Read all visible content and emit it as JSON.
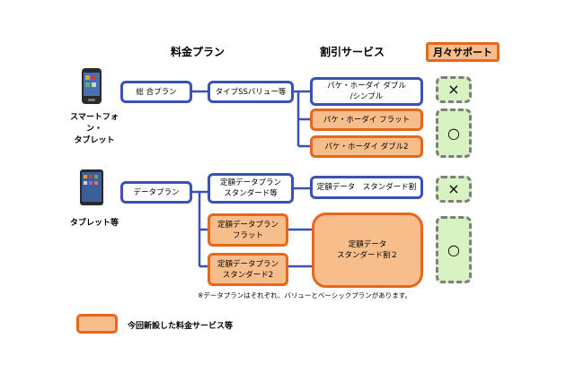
{
  "headers": {
    "plan": "料金プラン",
    "discount": "割引サービス",
    "support": "月々サポート"
  },
  "devices": {
    "smartphone": {
      "label": "スマートフォン・\nタブレット",
      "icon": "smartphone-icon"
    },
    "tablet": {
      "label": "タブレット等",
      "icon": "tablet-icon"
    }
  },
  "rows": {
    "group1": {
      "plan": "総 合プラン",
      "type": "タイプSSバリュー等",
      "discount1": "パケ・ホーダイ ダブル\n/シンプル",
      "discount2": "パケ・ホーダイ フラット",
      "discount3": "パケ・ホーダイ ダブル2"
    },
    "group2": {
      "plan": "データプラン",
      "fixed_std": "定額データプラン\nスタンダード等",
      "fixed_flat": "定額データプラン\nフラット",
      "fixed_std2": "定額データプラン\nスタンダード2",
      "discount_std": "定額データ　スタンダード割",
      "discount_std2": "定額データ\nスタンダード割２"
    }
  },
  "support_marks": {
    "row1": "×",
    "row2": "○",
    "row3": "×",
    "row4": "○"
  },
  "note": "※データプランはそれぞれ、バリューとベーシックプランがあります。",
  "legend": "今回新設した料金サービス等",
  "colors": {
    "blue_border": "#3a52b5",
    "orange_fill": "#f7be8c",
    "orange_border": "#e5681c",
    "green_fill": "#d9f2c2",
    "gray_dash": "#7e7e7e"
  }
}
